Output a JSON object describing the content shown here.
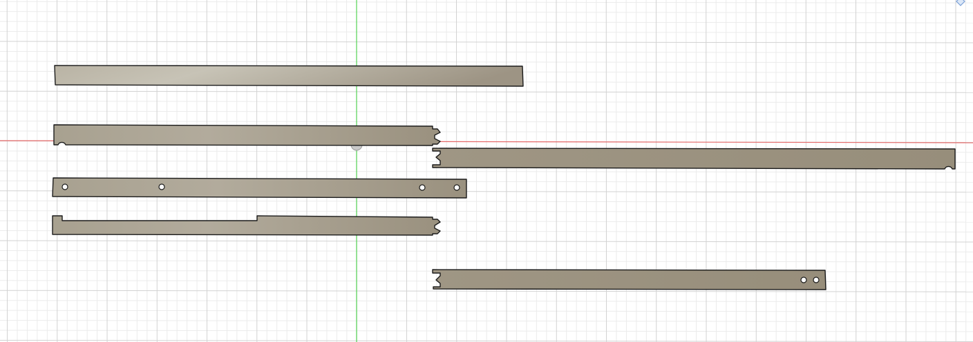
{
  "canvas": {
    "background": "#ffffff",
    "grid_minor_color": "#ebebeb",
    "grid_major_color": "#d2d2d2",
    "x_axis_color": "#e66a6a",
    "y_axis_color": "#55d455"
  },
  "part_colors": {
    "light": "#c7c3b6",
    "dark": "#9d9484",
    "edge": "#1a1a1a"
  },
  "icons": {
    "origin": "origin-marker-icon",
    "viewcube": "viewcube-corner-icon"
  },
  "parts": [
    {
      "id": "plain-bar",
      "features": []
    },
    {
      "id": "bar-notch-dovetail",
      "features": [
        "edge-notch",
        "dovetail-end"
      ]
    },
    {
      "id": "long-bar-dovetail-notch",
      "features": [
        "dovetail-end",
        "edge-notch"
      ]
    },
    {
      "id": "bar-four-holes",
      "features": [
        "hole",
        "hole",
        "hole",
        "hole"
      ]
    },
    {
      "id": "bar-step-slot",
      "features": [
        "step-slot",
        "dovetail-end"
      ]
    },
    {
      "id": "bar-dovetail-two-holes",
      "features": [
        "dovetail-end",
        "hole",
        "hole"
      ]
    }
  ]
}
